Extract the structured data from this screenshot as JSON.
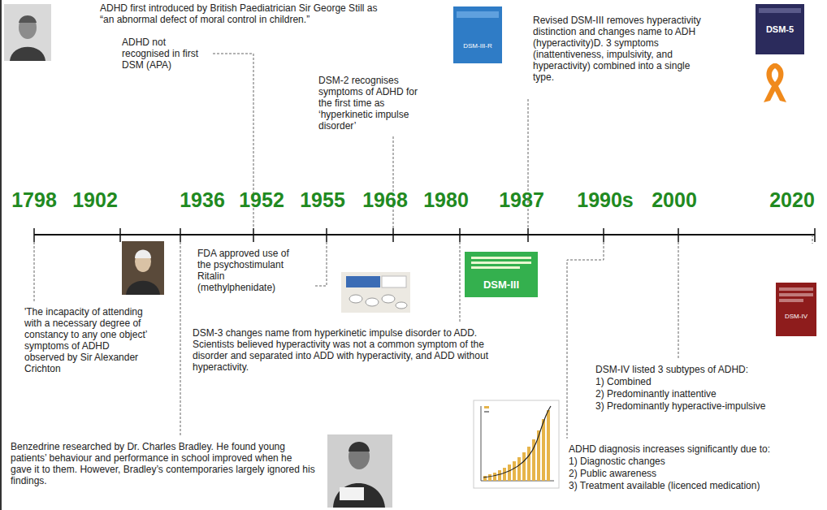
{
  "diagram": {
    "labels": [
      "1798",
      "1902",
      "1936",
      "1952",
      "1955",
      "1968",
      "1980",
      "1987",
      "1990s",
      "2000",
      "2020",
      "ADHD first introduced by British Paediatrician Sir George Still as “an abnormal defect of moral control in children.”",
      "ADHD not recognised in first DSM (APA)",
      "DSM-2 recognises symptoms of ADHD for the first time as ‘hyperkinetic impulse disorder’",
      "Revised DSM-III removes hyperactivity distinction and changes name to ADH (hyperactivity)D. 3 symptoms (inattentiveness, impulsivity, and hyperactivity) combined into a single type.",
      "'The incapacity of attending with a necessary degree of constancy to any one object’ symptoms of ADHD observed by Sir Alexander Crichton",
      "FDA approved use of the psychostimulant Ritalin (methylphenidate)",
      "DSM-3 changes name from hyperkinetic impulse disorder to ADD. Scientists believed hyperactivity was not a common symptom of the disorder and separated into ADD with hyperactivity, and ADD without hyperactivity.",
      "DSM-IV listed 3 subtypes of ADHD:",
      "1) Combined",
      "2) Predominantly inattentive",
      "3) Predominantly hyperactive-impulsive",
      "ADHD diagnosis increases significantly due to:",
      "1) Diagnostic changes",
      "2) Public awareness",
      "3) Treatment available (licenced medication)",
      "Benzedrine researched by Dr. Charles Bradley. He found young patients’ behaviour and performance in school improved when he gave it to them. However, Bradley’s contemporaries largely ignored his findings.",
      "DSM-III-R",
      "DSM-5",
      "DSM-III",
      "DSM-IV"
    ]
  }
}
